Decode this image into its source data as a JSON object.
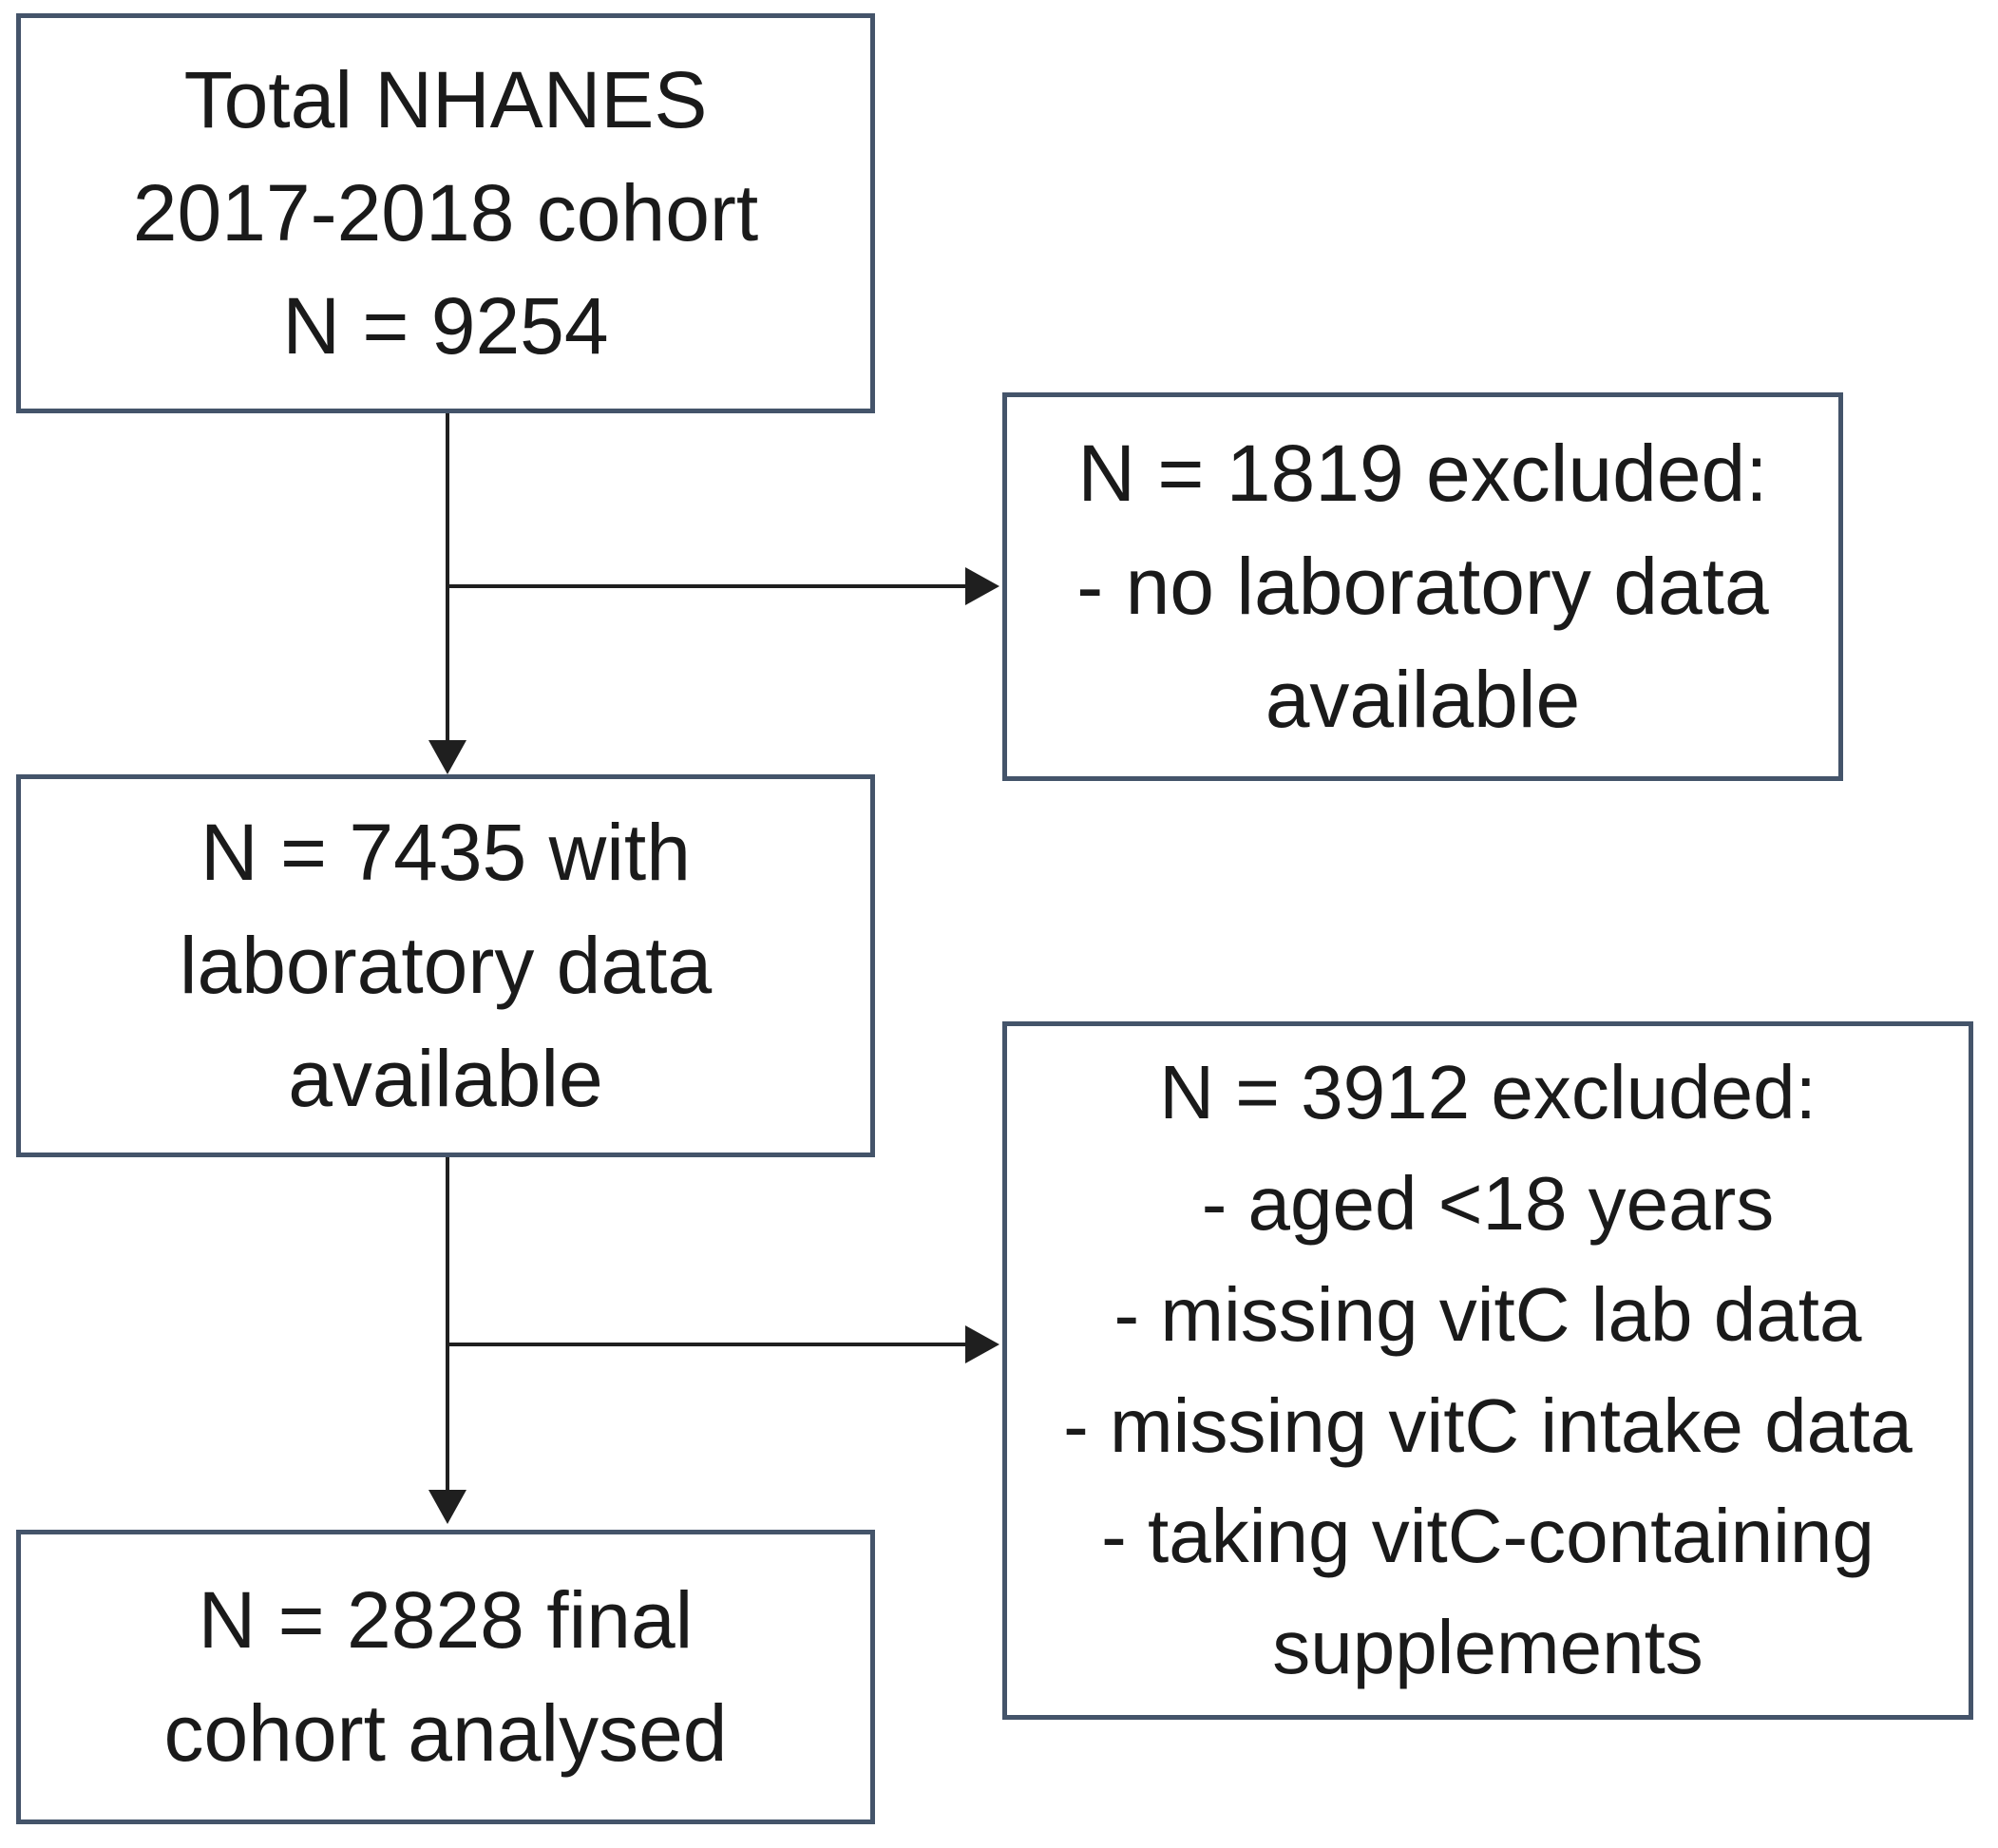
{
  "diagram": {
    "type": "participant-flow-chart",
    "colors": {
      "box_border": "#44546a",
      "arrow": "#1f1f1f",
      "text": "#1a1a1a",
      "background": "#ffffff"
    },
    "nodes": {
      "total_cohort": {
        "lines": [
          "Total NHANES",
          "2017-2018 cohort",
          "N = 9254"
        ]
      },
      "lab_data": {
        "lines": [
          "N = 7435 with",
          "laboratory data",
          "available"
        ]
      },
      "final_cohort": {
        "lines": [
          "N = 2828 final",
          "cohort analysed"
        ]
      },
      "excluded_no_lab": {
        "lines": [
          "N = 1819 excluded:",
          "- no laboratory data",
          "available"
        ]
      },
      "excluded_criteria": {
        "lines": [
          "N = 3912 excluded:",
          "- aged <18 years",
          "- missing vitC lab data",
          "- missing vitC intake data",
          "- taking vitC-containing",
          "supplements"
        ]
      }
    },
    "edges": [
      {
        "from": "total_cohort",
        "to": "lab_data",
        "style": "vertical-arrow"
      },
      {
        "from": "total_cohort",
        "to": "excluded_no_lab",
        "style": "branch-arrow-right"
      },
      {
        "from": "lab_data",
        "to": "final_cohort",
        "style": "vertical-arrow"
      },
      {
        "from": "lab_data",
        "to": "excluded_criteria",
        "style": "branch-arrow-right"
      }
    ]
  }
}
